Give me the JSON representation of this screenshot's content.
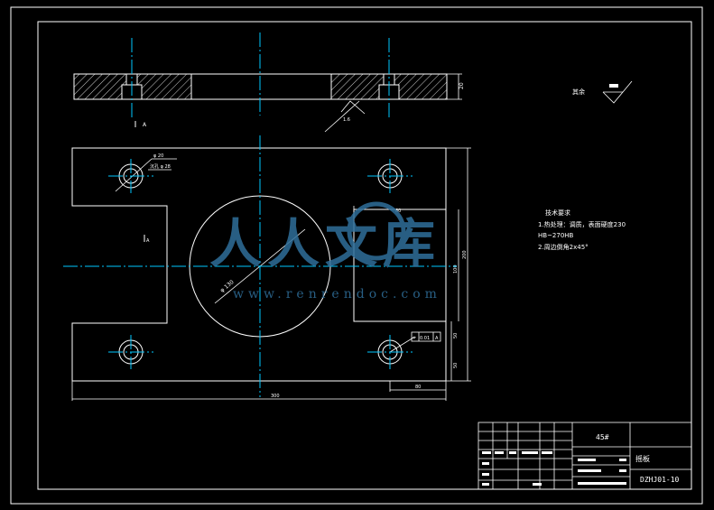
{
  "title_block": {
    "material": "45#",
    "part_name": "摇板",
    "drawing_number": "DZHJ01-10"
  },
  "surface_finish_rest": "其余",
  "technical_requirements": {
    "heading": "技术要求",
    "line1": "1.热处理：调质，表面硬度230",
    "line2": "HB~270HB",
    "line3": "2.周边倒角2x45°"
  },
  "dimensions": {
    "overall_width": "300",
    "overall_height": "200",
    "plate_thickness": "20",
    "big_hole_dia": "φ 130",
    "small_hole_dia": "φ 20",
    "counterbore": "沉孔 φ 28",
    "slot_width": "80",
    "slot_height": "100",
    "dim_50_top": "50",
    "dim_50_bottom": "50",
    "hole_offset_x": "80",
    "tolerance_value": "0.01",
    "datum": "A",
    "section_label": "A",
    "roughness_label": "1.6"
  },
  "watermark": {
    "cn": "人人文库",
    "url": "www.renrendoc.com"
  },
  "colors": {
    "line": "#ffffff",
    "center": "#00c8ff",
    "watermark": "#2f6f9a",
    "background": "#000000"
  }
}
